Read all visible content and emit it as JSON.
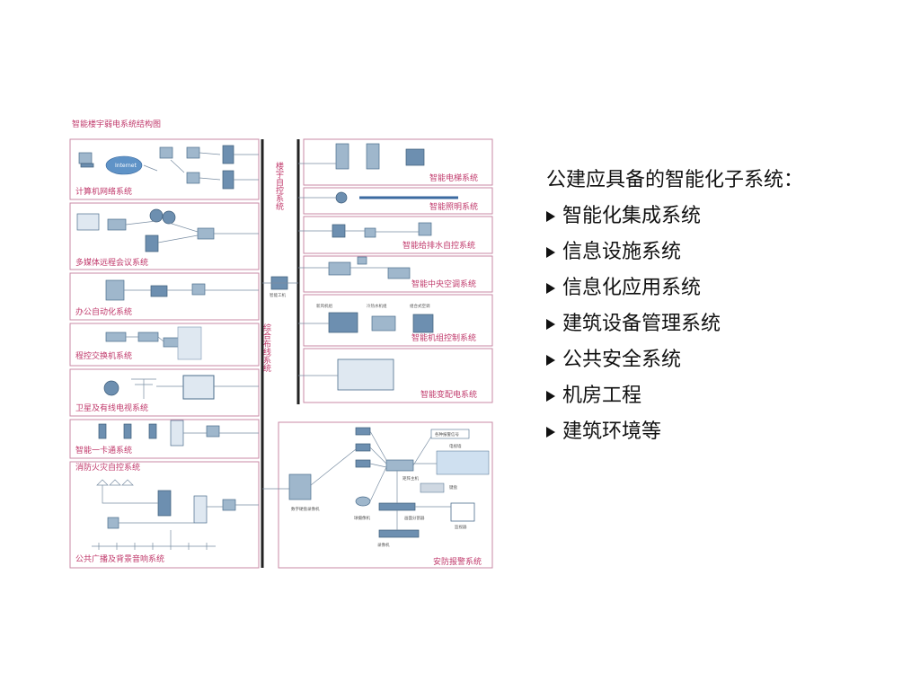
{
  "diagram": {
    "title": "智能楼宇弱电系统结构图",
    "left_panels": [
      "计算机网络系统",
      "多媒体远程会议系统",
      "办公自动化系统",
      "程控交换机系统",
      "卫星及有线电视系统",
      "智能一卡通系统",
      "消防火灾自控系统",
      "公共广播及背景音响系统"
    ],
    "right_panels": [
      "智能电梯系统",
      "智能照明系统",
      "智能给排水自控系统",
      "智能中央空调系统",
      "智能机组控制系统",
      "智能变配电系统"
    ],
    "security_panel": "安防报警系统",
    "spine_labels": {
      "building_auto": "楼宇自控系统",
      "cabling": "综合布线系统"
    },
    "internet": "Internet",
    "smart_workstation": "智能工机",
    "unit_labels": [
      "新风机组",
      "冷热水机组",
      "组合式空调"
    ],
    "security_labels": {
      "dvr": "数字硬盘录像机",
      "alarm_signal": "各种报警信号",
      "tv_wall": "电视墙",
      "matrix": "矩阵主机",
      "keyboard": "键盘",
      "dome": "球摄像机",
      "splitter": "画面分割器",
      "monitor": "监视器",
      "recorder": "录像机"
    }
  },
  "side": {
    "title": "公建应具备的智能化子系统：",
    "items": [
      "智能化集成系统",
      "信息设施系统",
      "信息化应用系统",
      "建筑设备管理系统",
      "公共安全系统",
      "机房工程",
      "建筑环境等"
    ]
  }
}
